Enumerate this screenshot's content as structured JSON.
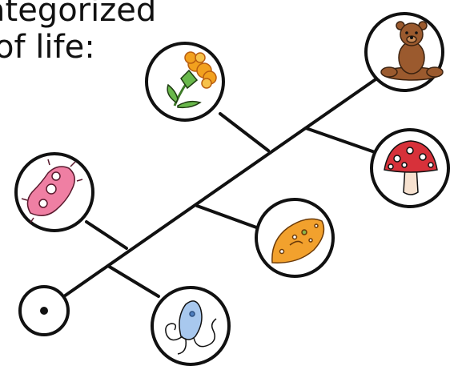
{
  "caption": {
    "line1": "ategorized",
    "line2": "of life:"
  },
  "tree": {
    "root": "root-node",
    "leaves": [
      {
        "name": "bear",
        "icon": "bear-icon"
      },
      {
        "name": "mushroom",
        "icon": "mushroom-icon"
      },
      {
        "name": "flower",
        "icon": "flower-icon"
      },
      {
        "name": "paramecium",
        "icon": "paramecium-icon"
      },
      {
        "name": "bacterium",
        "icon": "bacterium-icon"
      },
      {
        "name": "flagellate",
        "icon": "flagellate-icon"
      }
    ]
  },
  "colors": {
    "line": "#111111",
    "background": "#ffffff",
    "bear": "#9b5a2e",
    "mushroom_cap": "#d7313a",
    "mushroom_stem": "#f7e2d0",
    "flower_petals": "#f2a11e",
    "flower_leaves": "#69b84b",
    "paramecium": "#f2a12d",
    "bacterium": "#ef7fa3",
    "flagellate": "#a8c8ee"
  }
}
